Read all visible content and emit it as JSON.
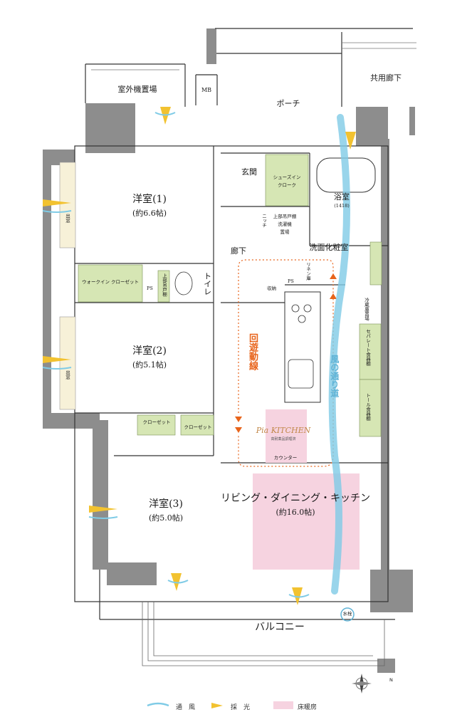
{
  "rooms": {
    "outdoor_unit": "室外機置場",
    "mb": "MB",
    "porch": "ポーチ",
    "common_corridor": "共用廊下",
    "entrance": "玄関",
    "shoes_closet": [
      "シューズイン",
      "クローク"
    ],
    "bath": "浴室",
    "bath_size": "(1418)",
    "upper_cabinet": [
      "上部吊戸棚",
      "洗濯機",
      "置場"
    ],
    "niche": "ニッチ",
    "washroom": "洗面化粧室",
    "linen": "リネン庫",
    "western1_name": "洋室(1)",
    "western1_size": "(約6.6帖)",
    "walkin": "ウォークイン クローゼット",
    "ps1": "PS",
    "upper_shelf_toilet": "上部吊戸棚",
    "toilet": "トイレ",
    "hallway": "廊下",
    "storage": "収納",
    "ps2": "PS",
    "fridge": "冷蔵庫置場",
    "separate_cabinet": "セパレート食器棚",
    "tall_cabinet": "トール食器棚",
    "western2_name": "洋室(2)",
    "western2_size": "(約5.1帖)",
    "closet_a": "クローゼット",
    "closet_b": "クローゼット",
    "bay_window1": "出窓",
    "bay_window2": "出窓",
    "western3_name": "洋室(3)",
    "western3_size": "(約5.0帖)",
    "counter": "カウンター",
    "ldk_name": "リビング・ダイニング・キッチン",
    "ldk_size": "(約16.0帖)",
    "balcony": "バルコニー",
    "faucet": "水栓"
  },
  "annotations": {
    "circulation": "回遊動線",
    "wind_path": "風の通り道",
    "pia_logo": "Pia KITCHEN",
    "pia_sub": "高耐薬品調理済"
  },
  "compass": "N",
  "legend": {
    "ventilation": "通　風",
    "daylight": "採　光",
    "floor_heating": "床暖房"
  },
  "colors": {
    "storage_green": "#d6e6b4",
    "floor_heating_pink": "#f6d3e0",
    "wind_blue": "#7fcbe6",
    "light_yellow": "#f2c230",
    "circulation_orange": "#e8641b",
    "bay_window_cream": "#f7f1d8",
    "wall_gray": "#8a8a8a"
  }
}
